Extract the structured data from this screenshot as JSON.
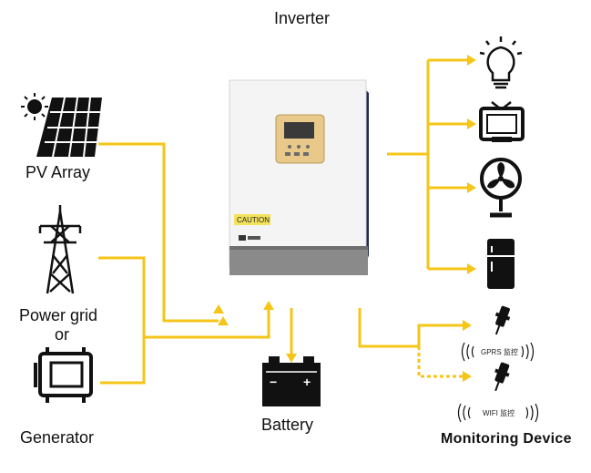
{
  "title": "Inverter",
  "sources": {
    "pv": "PV Array",
    "grid": "Power grid",
    "or": "or",
    "generator": "Generator"
  },
  "battery": "Battery",
  "monitoring": {
    "title": "Monitoring Device",
    "gprs": "GPRS 监控",
    "wifi": "WIFI 监控"
  },
  "inverter_label": "CAUTION",
  "colors": {
    "wire": "#f5c518",
    "device_dark": "#1a1a1a",
    "panel_gold": "#e8c98a",
    "lcd": "#3a3a3a",
    "inverter_body": "#f4f4f4",
    "inverter_base": "#8a8a8a"
  },
  "icons": [
    "sun-icon",
    "solar-panel-icon",
    "tower-icon",
    "generator-icon",
    "battery-icon",
    "bulb-icon",
    "tv-icon",
    "fan-icon",
    "fridge-icon",
    "gprs-dongle-icon",
    "wifi-dongle-icon"
  ]
}
